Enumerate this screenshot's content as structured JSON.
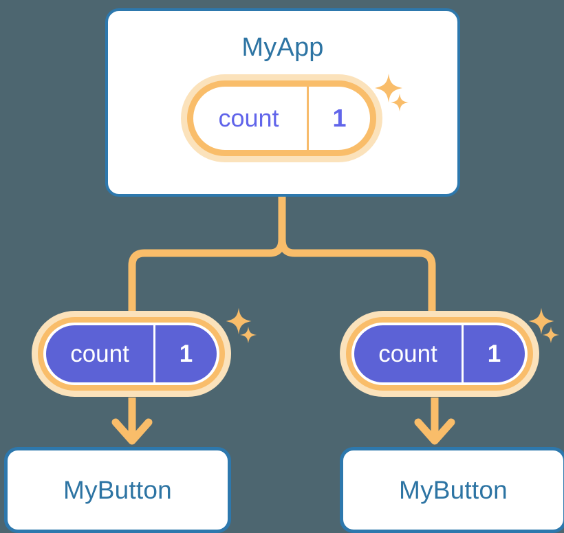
{
  "diagram": {
    "title": "MyApp",
    "background_color": "#4d6670",
    "accent_orange": "#f9bd6a",
    "accent_halo": "#fbe2bb",
    "accent_blue": "#2d78ad",
    "accent_purple": "#5c62d6",
    "text_blue": "#2d74a3",
    "text_purple": "#6165ea"
  },
  "root": {
    "label": "MyApp",
    "state": {
      "key": "count",
      "value": "1"
    }
  },
  "children": [
    {
      "label": "MyButton",
      "state": {
        "key": "count",
        "value": "1"
      }
    },
    {
      "label": "MyButton",
      "state": {
        "key": "count",
        "value": "1"
      }
    }
  ],
  "icons": {
    "sparkle_large": "sparkle-icon",
    "sparkle_small": "sparkle-icon"
  }
}
